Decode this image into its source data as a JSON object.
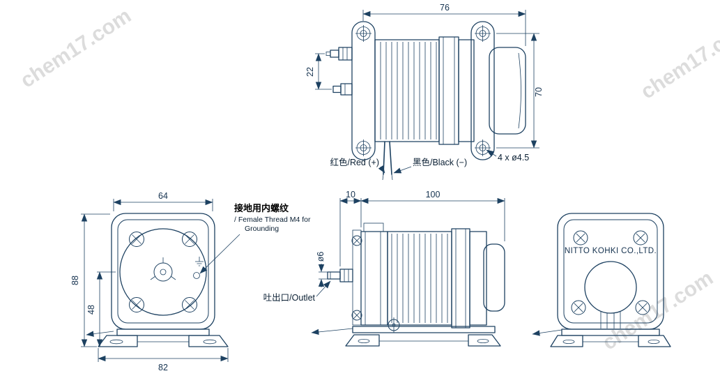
{
  "watermark": {
    "text": "chem17.com"
  },
  "colors": {
    "line": "#1d4161",
    "text": "#15324f",
    "watermark": "#d9d9d9",
    "background": "#ffffff"
  },
  "top_view": {
    "dim_width": "76",
    "dim_height": "70",
    "dim_ports": "22",
    "hole_note": "4 x ø4.5",
    "wire_red_label": "红色/Red (+)",
    "wire_black_label": "黑色/Black (−)"
  },
  "front_view": {
    "dim_width": "64",
    "dim_height": "88",
    "dim_center_height": "48",
    "dim_base_width": "82",
    "grounding_label_cn": "接地用内螺纹",
    "grounding_label_en_line1": "/ Female Thread M4 for",
    "grounding_label_en_line2": "Grounding"
  },
  "side_view": {
    "dim_front": "10",
    "dim_length": "100",
    "dim_port_dia": "ø6",
    "outlet_label": "吐出口/Outlet"
  },
  "rear_view": {
    "brand_label": "NITTO KOHKI CO.,LTD."
  }
}
